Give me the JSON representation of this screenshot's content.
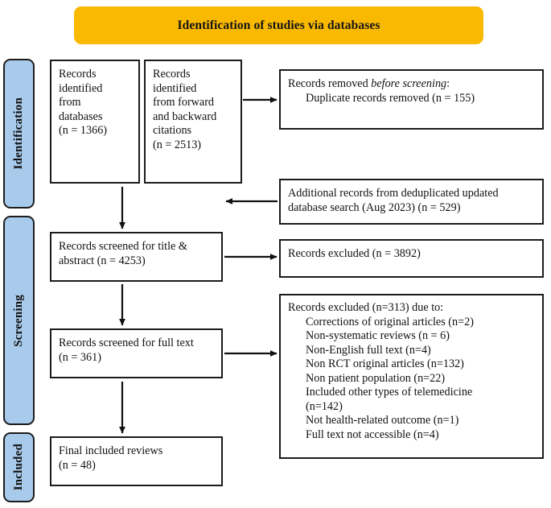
{
  "banner": {
    "title": "Identification of studies via databases"
  },
  "stages": [
    {
      "id": "identification",
      "label": "Identification"
    },
    {
      "id": "screening",
      "label": "Screening"
    },
    {
      "id": "included",
      "label": "Included"
    }
  ],
  "colors": {
    "banner_background": "#F9B900",
    "stage_background": "#A8CBEC",
    "box_border": "#1B1B1B",
    "box_background": "#FFFFFF",
    "text": "#111111"
  },
  "boxes": {
    "records_databases": {
      "lines": [
        "Records",
        "identified",
        "from",
        "databases",
        "(n = 1366)"
      ]
    },
    "records_citations": {
      "lines": [
        "Records",
        "identified",
        "from forward",
        "and backward",
        "citations",
        "(n = 2513)"
      ]
    },
    "removed_before_screening": {
      "line1_prefix": "Records removed ",
      "line1_italic": "before screening",
      "line1_suffix": ":",
      "line2": "Duplicate records removed (n = 155)"
    },
    "additional_records": {
      "lines": [
        "Additional records from deduplicated updated",
        "database search (Aug 2023) (n = 529)"
      ]
    },
    "screened_title_abstract": {
      "lines": [
        "Records screened for title &",
        "abstract (n = 4253)"
      ]
    },
    "records_excluded_screening": {
      "lines": [
        "Records excluded (n = 3892)"
      ]
    },
    "screened_full_text": {
      "lines": [
        "Records screened for full text",
        "(n = 361)"
      ]
    },
    "records_excluded_reasons": {
      "heading": "Records excluded (n=313) due to:",
      "reasons": [
        "Corrections of original articles (n=2)",
        "Non-systematic reviews (n = 6)",
        "Non-English full text (n=4)",
        "Non RCT original articles (n=132)",
        "Non patient population (n=22)",
        "Included other types of telemedicine",
        "(n=142)",
        "Not health-related outcome (n=1)",
        "Full text not accessible (n=4)"
      ]
    },
    "final_included": {
      "lines": [
        "Final included reviews",
        "(n = 48)"
      ]
    }
  },
  "arrows": [
    {
      "name": "databases-to-removed",
      "direction": "right"
    },
    {
      "name": "additional-to-flow",
      "direction": "left"
    },
    {
      "name": "identification-to-screening",
      "direction": "down"
    },
    {
      "name": "screened-title-to-excluded",
      "direction": "right"
    },
    {
      "name": "title-to-fulltext",
      "direction": "down"
    },
    {
      "name": "fulltext-to-excluded-reasons",
      "direction": "right"
    },
    {
      "name": "fulltext-to-final",
      "direction": "down"
    }
  ]
}
